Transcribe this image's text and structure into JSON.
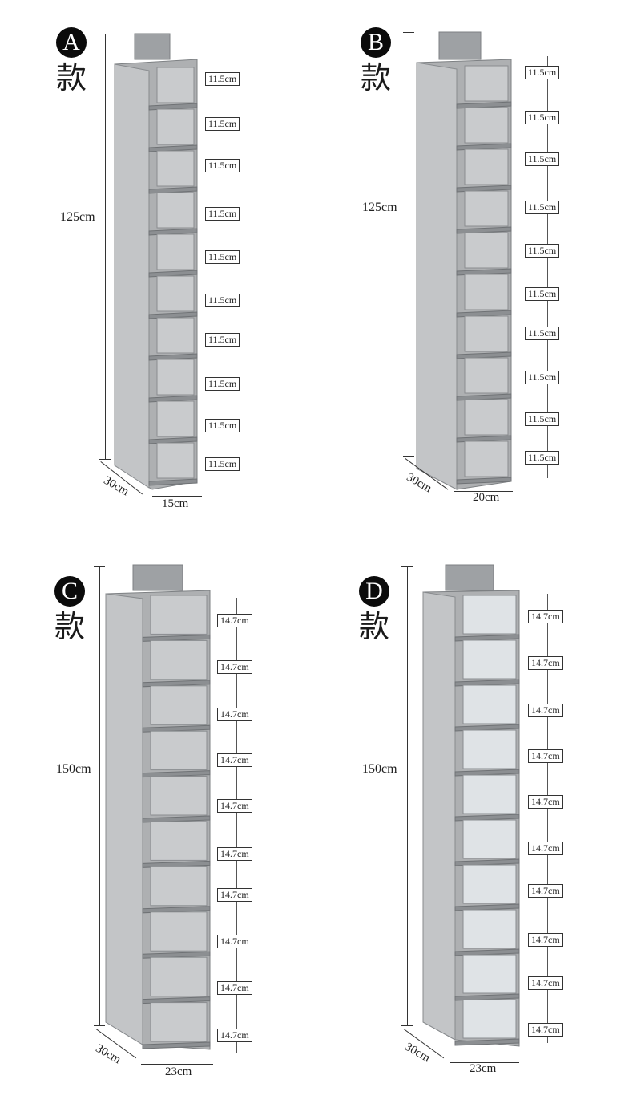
{
  "panels": [
    {
      "badge": "A",
      "kuan": "款",
      "total": "125cm",
      "depth": "30cm",
      "width": "15cm",
      "shelves": [
        "11.5cm",
        "11.5cm",
        "11.5cm",
        "11.5cm",
        "11.5cm",
        "11.5cm",
        "11.5cm",
        "11.5cm",
        "11.5cm",
        "11.5cm"
      ]
    },
    {
      "badge": "B",
      "kuan": "款",
      "total": "125cm",
      "depth": "30cm",
      "width": "20cm",
      "shelves": [
        "11.5cm",
        "11.5cm",
        "11.5cm",
        "11.5cm",
        "11.5cm",
        "11.5cm",
        "11.5cm",
        "11.5cm",
        "11.5cm",
        "11.5cm"
      ]
    },
    {
      "badge": "C",
      "kuan": "款",
      "total": "150cm",
      "depth": "30cm",
      "width": "23cm",
      "shelves": [
        "14.7cm",
        "14.7cm",
        "14.7cm",
        "14.7cm",
        "14.7cm",
        "14.7cm",
        "14.7cm",
        "14.7cm",
        "14.7cm",
        "14.7cm"
      ]
    },
    {
      "badge": "D",
      "kuan": "款",
      "total": "150cm",
      "depth": "30cm",
      "width": "23cm",
      "shelves": [
        "14.7cm",
        "14.7cm",
        "14.7cm",
        "14.7cm",
        "14.7cm",
        "14.7cm",
        "14.7cm",
        "14.7cm",
        "14.7cm",
        "14.7cm"
      ]
    }
  ],
  "colors": {
    "fabric": "#a9abad",
    "fabric_dark": "#8c8f92",
    "fabric_light": "#c9cbcd",
    "window": "#dfe3e6"
  }
}
